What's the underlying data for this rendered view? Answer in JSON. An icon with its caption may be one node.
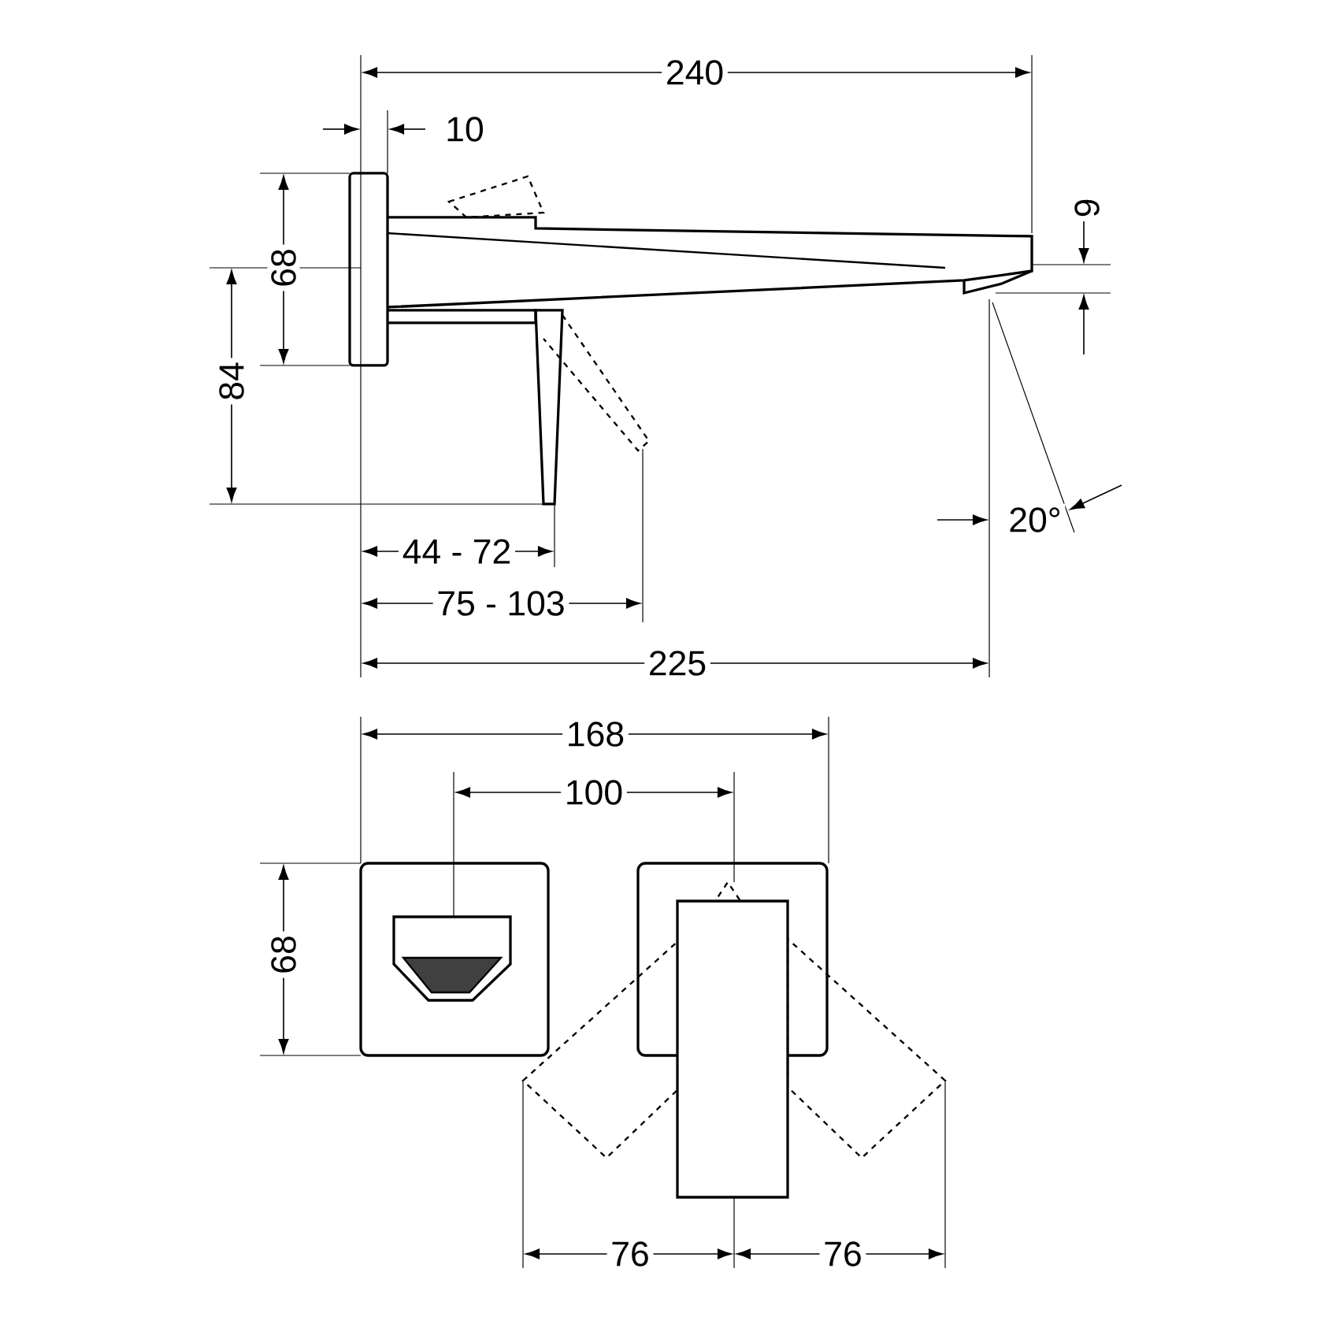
{
  "diagram": {
    "labels": [
      "240",
      "10",
      "9",
      "68",
      "84",
      "20°",
      "44 - 72",
      "75 - 103",
      "225",
      "168",
      "100",
      "68",
      "76",
      "76"
    ]
  }
}
